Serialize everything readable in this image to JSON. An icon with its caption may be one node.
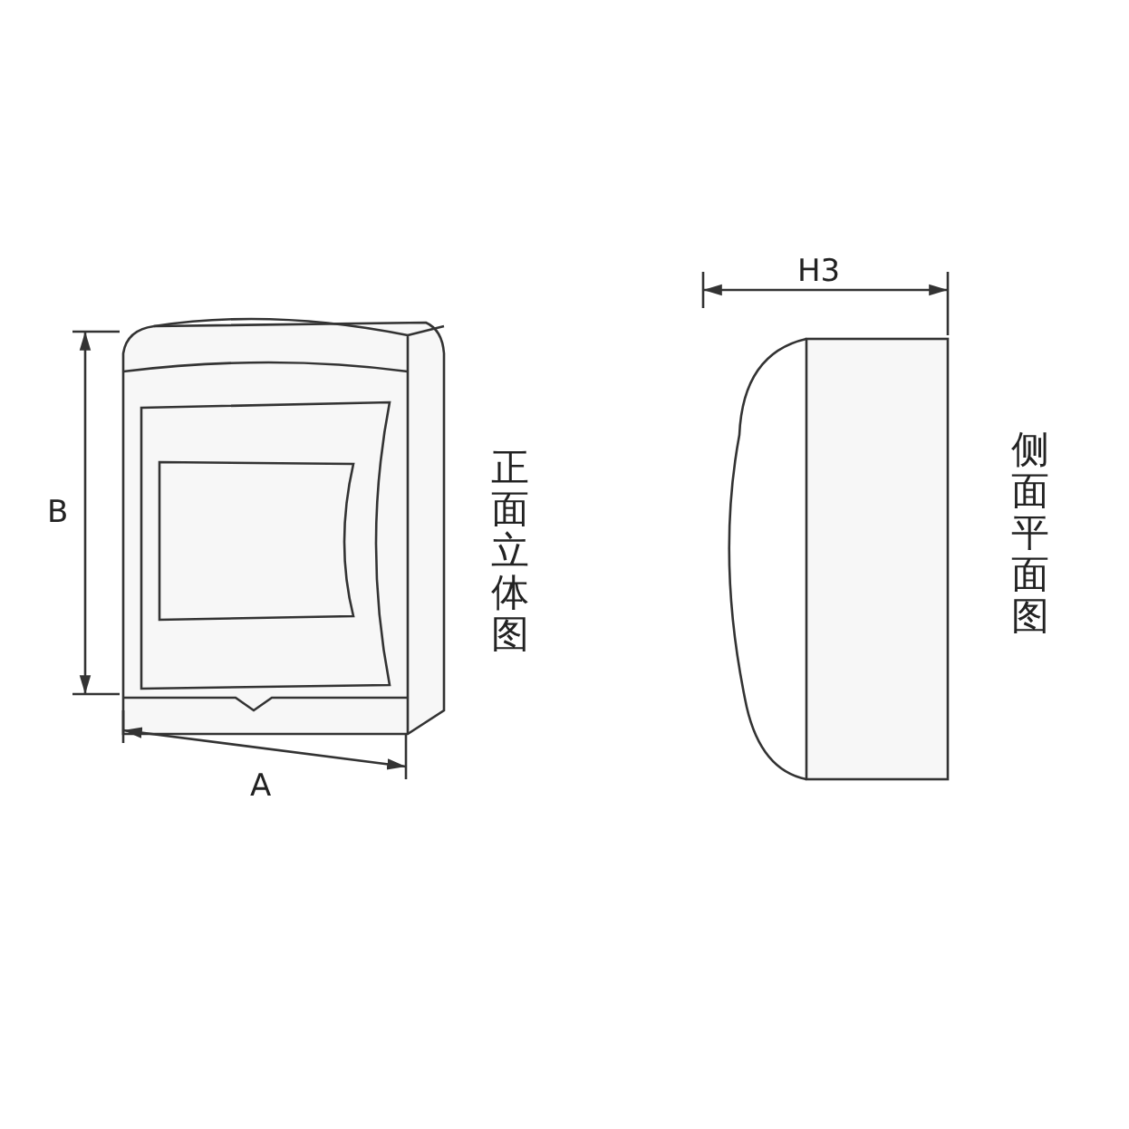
{
  "diagram": {
    "labels": [
      "H3",
      "B",
      "正面立体图",
      "侧面平面图",
      "A"
    ]
  }
}
